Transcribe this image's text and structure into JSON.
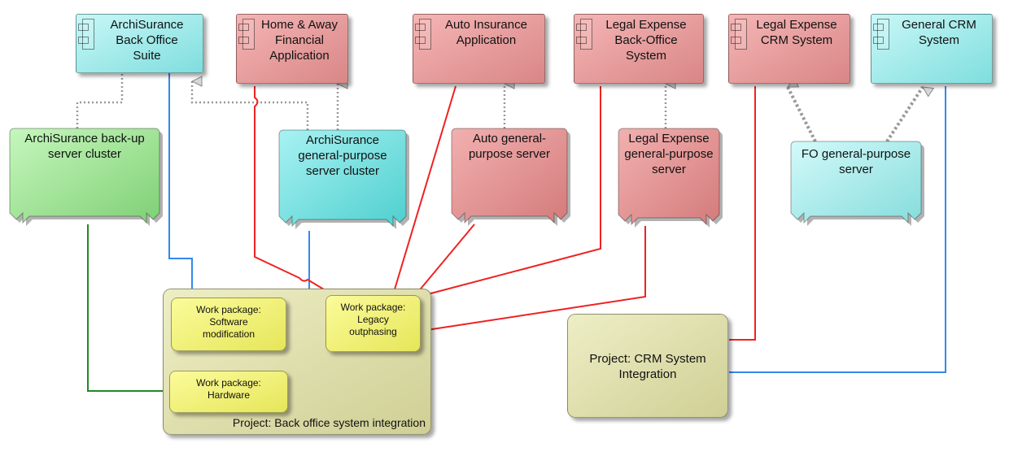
{
  "application_components": [
    {
      "id": "archisurance-bos",
      "label": "ArchiSurance\nBack Office\nSuite",
      "color": "#a6eeee"
    },
    {
      "id": "home-away",
      "label": "Home & Away\nFinancial\nApplication",
      "color": "#e89d9d"
    },
    {
      "id": "auto-insurance",
      "label": "Auto Insurance\nApplication",
      "color": "#e89d9d"
    },
    {
      "id": "legal-bos",
      "label": "Legal Expense\nBack-Office\nSystem",
      "color": "#e89d9d"
    },
    {
      "id": "legal-crm",
      "label": "Legal Expense\nCRM System",
      "color": "#e89d9d"
    },
    {
      "id": "general-crm",
      "label": "General CRM\nSystem",
      "color": "#a6eeee"
    }
  ],
  "nodes": [
    {
      "id": "backup-cluster",
      "label": "ArchiSurance back-up\nserver cluster",
      "color": "#a8e59a"
    },
    {
      "id": "gp-cluster",
      "label": "ArchiSurance\ngeneral-purpose\nserver cluster",
      "color": "#7fdede"
    },
    {
      "id": "auto-server",
      "label": "Auto general-\npurpose server",
      "color": "#e08f8f"
    },
    {
      "id": "legal-server",
      "label": "Legal Expense\ngeneral-purpose\nserver",
      "color": "#e08f8f"
    },
    {
      "id": "fo-server",
      "label": "FO general-purpose\nserver",
      "color": "#a6eeee"
    }
  ],
  "work_packages": [
    {
      "id": "wp-software",
      "label": "Work package:\nSoftware\nmodification"
    },
    {
      "id": "wp-legacy",
      "label": "Work package:\nLegacy\noutphasing"
    },
    {
      "id": "wp-hardware",
      "label": "Work package:\nHardware"
    }
  ],
  "projects": [
    {
      "id": "proj-backoffice",
      "label": "Project: Back office system integration"
    },
    {
      "id": "proj-crm",
      "label": "Project: CRM System\nIntegration"
    }
  ],
  "colors": {
    "red_link": "#ee2222",
    "blue_link": "#3388ee",
    "green_link": "#228822",
    "realization": "#999999"
  }
}
